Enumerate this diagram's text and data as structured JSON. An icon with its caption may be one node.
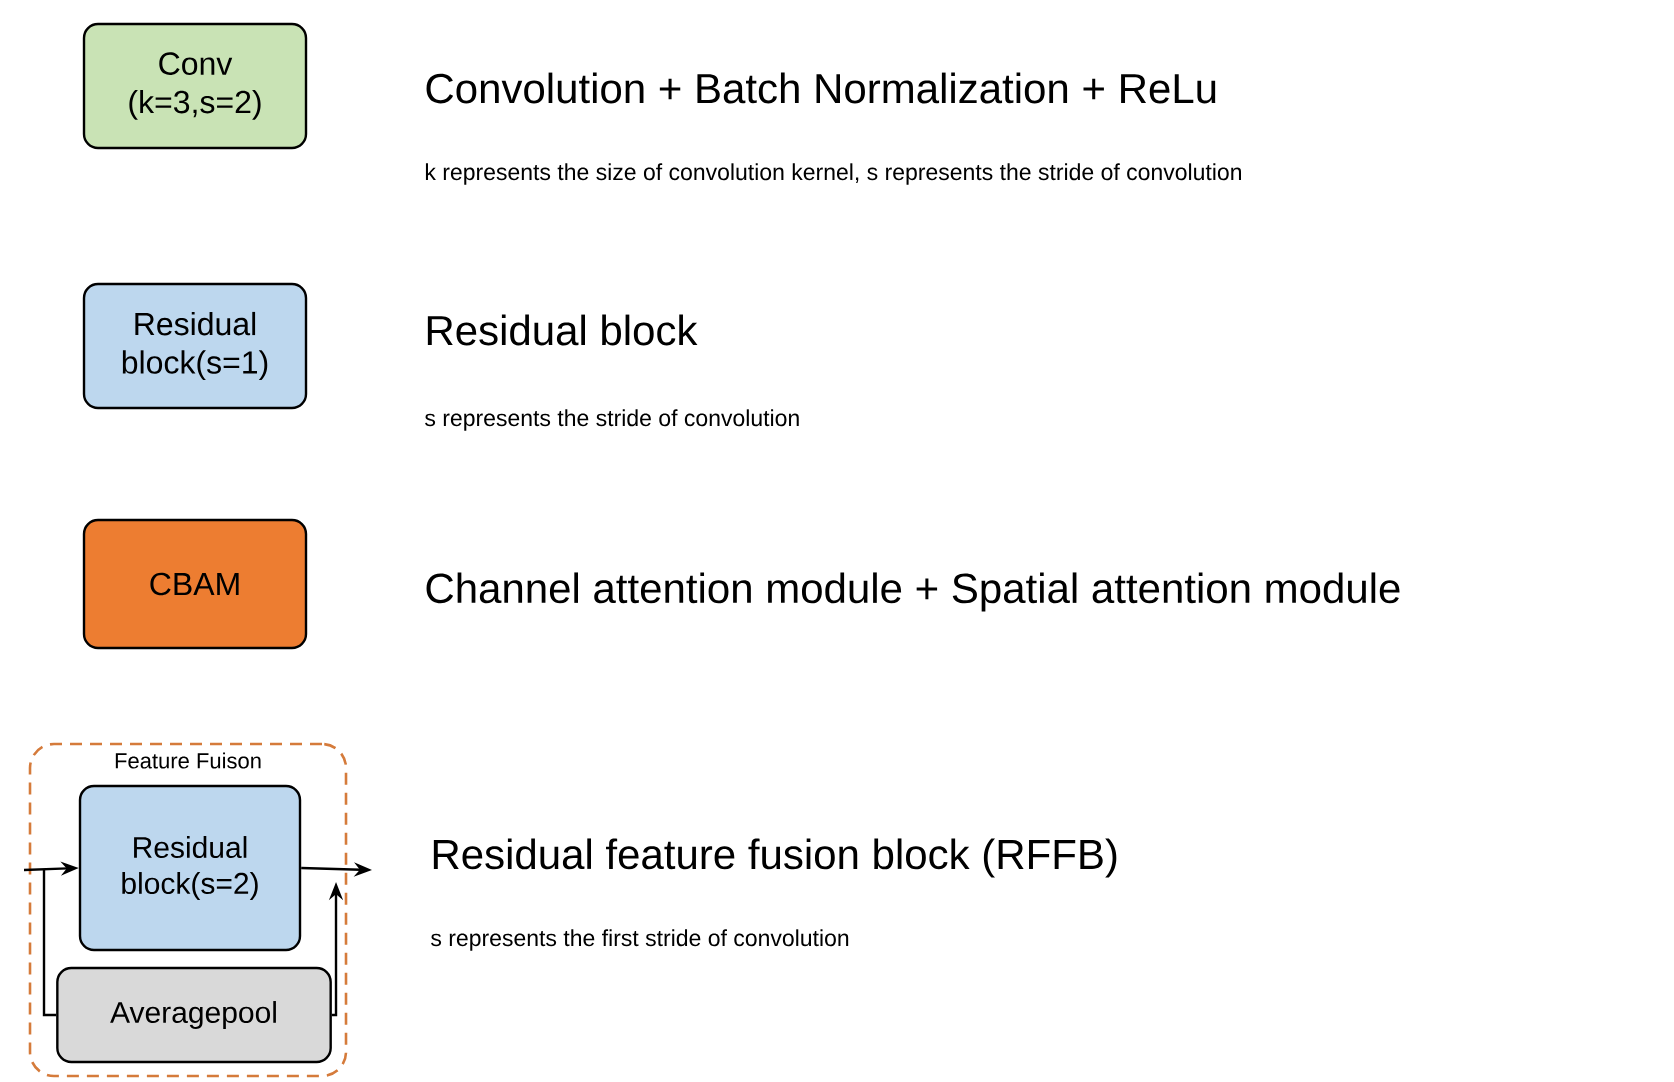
{
  "diagram": {
    "nodes": [
      {
        "text": [
          "Conv (k=3,s=2)"
        ],
        "beside": [
          "Convolution + Batch Normalization + ReLu",
          "k represents the size of convolution kernel, s represents the stride of convolution"
        ]
      },
      {
        "text": [
          "Residual block(s=1)"
        ],
        "beside": [
          "Residual block",
          "s represents the stride of  convolution"
        ]
      },
      {
        "text": [
          "CBAM"
        ],
        "beside": [
          "Channel attention module + Spatial attention module"
        ]
      },
      {
        "text": [
          "Feature Fuison"
        ],
        "beside": [
          "Residual  feature fusion block (RFFB)",
          "s represents the first stride of  convolution"
        ]
      },
      {
        "text": [
          "Residual block(s=2)"
        ],
        "in": 3
      },
      {
        "text": [
          "Averagepool"
        ],
        "in": 3
      }
    ],
    "edges": [
      {
        "from": null,
        "to": 4,
        "arrow": "to"
      },
      {
        "from": null,
        "to": 5,
        "arrow": "none"
      },
      {
        "from": 5,
        "to": null,
        "arrow": "to"
      },
      {
        "from": 4,
        "to": null,
        "arrow": "to"
      }
    ]
  }
}
